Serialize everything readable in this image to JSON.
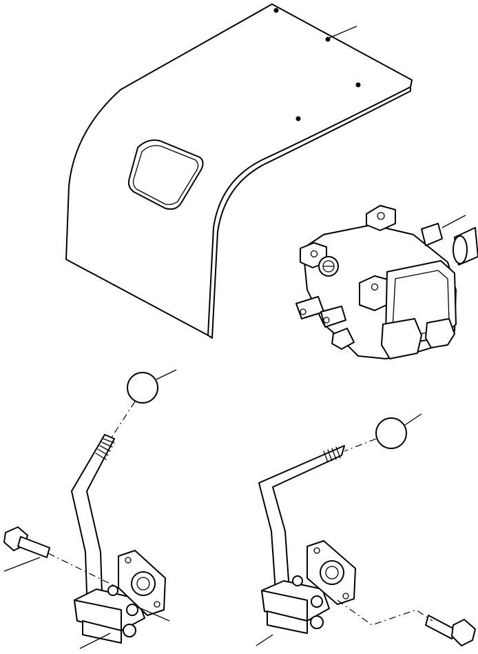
{
  "figure": {
    "parts": [
      {
        "id": "cover-panel"
      },
      {
        "id": "control-valve"
      },
      {
        "id": "knob-left"
      },
      {
        "id": "knob-right"
      },
      {
        "id": "lever-left"
      },
      {
        "id": "lever-right"
      },
      {
        "id": "bolt-left"
      },
      {
        "id": "bolt-right"
      }
    ]
  }
}
